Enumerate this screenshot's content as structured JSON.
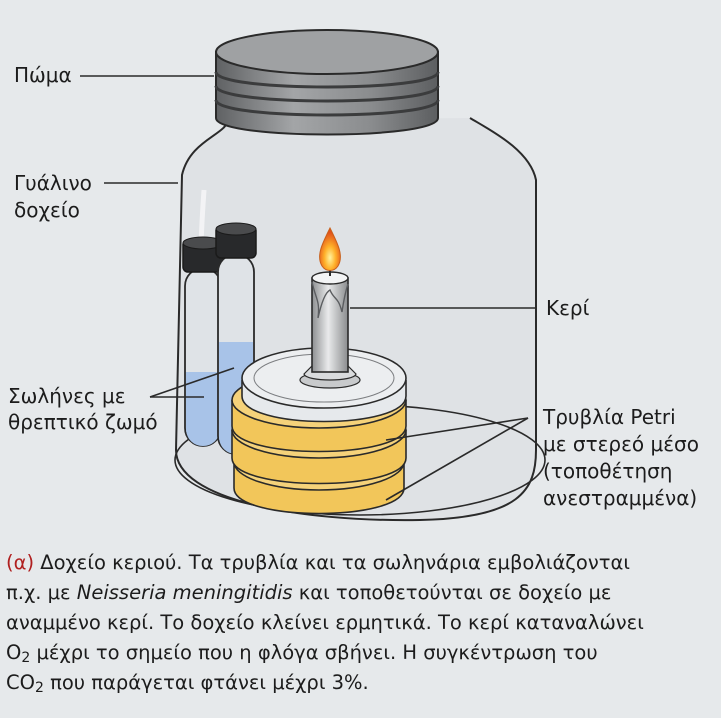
{
  "labels": {
    "lid": "Πώμα",
    "jar_line1": "Γυάλινο",
    "jar_line2": "δοχείο",
    "tubes_line1": "Σωλήνες με",
    "tubes_line2": "θρεπτικό ζωμό",
    "candle": "Κερί",
    "petri_line1": "Τρυβλία Petri",
    "petri_line2": "με στερεό μέσο",
    "petri_line3": "(τοποθέτηση",
    "petri_line4": "ανεστραμμένα)"
  },
  "caption": {
    "marker": "(α)",
    "l1": " Δοχείο κεριού. Τα τρυβλία και τα σωληνάρια εμβολιάζονται",
    "l2_pre": "π.χ. με ",
    "l2_species": "Neisseria meningitidis",
    "l2_post": " και τοποθετούνται σε δοχείο με",
    "l3": "αναμμένο κερί. Το δοχείο κλείνει ερμητικά. Το κερί καταναλώνει",
    "l4_o": "O",
    "l4_sub": "2",
    "l4_post": " μέχρι το σημείο που η φλόγα σβήνει. Η συγκέντρωση του",
    "l5_co": "CO",
    "l5_sub": "2",
    "l5_post": " που παράγεται φτάνει μέχρι 3%."
  },
  "colors": {
    "background": "#e6e9eb",
    "lid": "#8f9194",
    "agar": "#f2c65a",
    "broth": "#a8c3e8",
    "flame": "#f08a1a",
    "caption_marker": "#b02020"
  }
}
